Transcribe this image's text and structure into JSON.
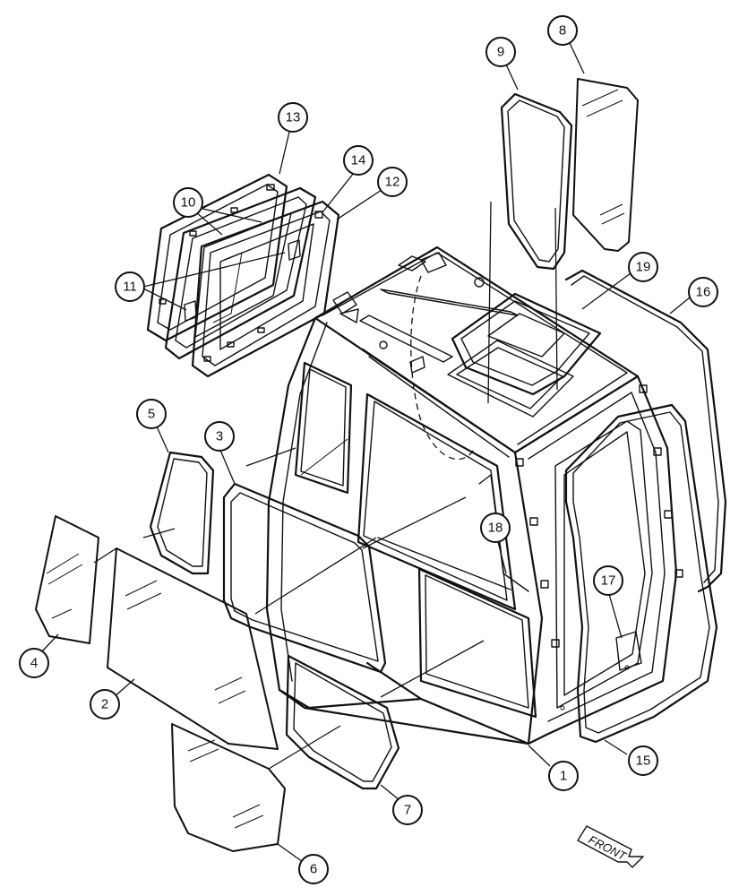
{
  "callouts": [
    {
      "id": "c1",
      "label": "1"
    },
    {
      "id": "c2",
      "label": "2"
    },
    {
      "id": "c3",
      "label": "3"
    },
    {
      "id": "c4",
      "label": "4"
    },
    {
      "id": "c5",
      "label": "5"
    },
    {
      "id": "c6",
      "label": "6"
    },
    {
      "id": "c7",
      "label": "7"
    },
    {
      "id": "c8",
      "label": "8"
    },
    {
      "id": "c9",
      "label": "9"
    },
    {
      "id": "c10",
      "label": "10"
    },
    {
      "id": "c11",
      "label": "11"
    },
    {
      "id": "c12",
      "label": "12"
    },
    {
      "id": "c13",
      "label": "13"
    },
    {
      "id": "c14",
      "label": "14"
    },
    {
      "id": "c15",
      "label": "15"
    },
    {
      "id": "c16",
      "label": "16"
    },
    {
      "id": "c17",
      "label": "17"
    },
    {
      "id": "c18",
      "label": "18"
    },
    {
      "id": "c19",
      "label": "19"
    }
  ],
  "front_arrow": {
    "label": "FRONT"
  }
}
